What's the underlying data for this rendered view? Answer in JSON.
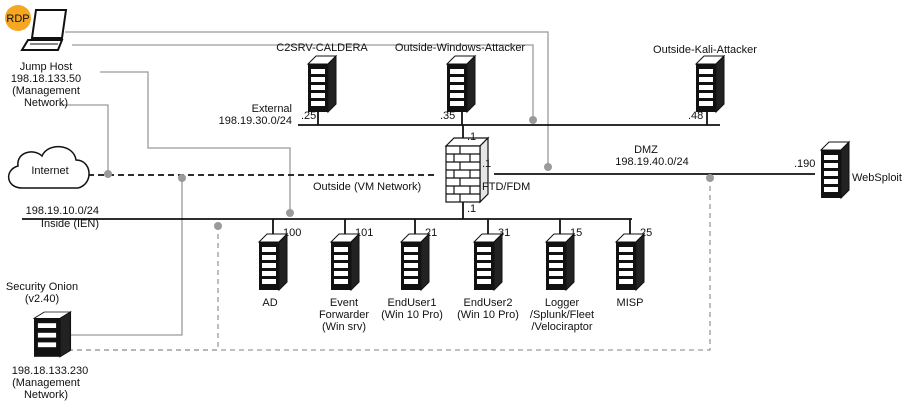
{
  "badge": {
    "label": "RDP",
    "color": "#f5a623"
  },
  "jump_host": {
    "name": "Jump Host",
    "ip": "198.18.133.50",
    "note_line1": "(Management",
    "note_line2": "Network)",
    "icon": "laptop-icon"
  },
  "internet": {
    "label": "Internet",
    "icon": "cloud-icon"
  },
  "security_onion": {
    "name": "Security Onion",
    "version": "(v2.40)",
    "ip": "198.18.133.230",
    "note_line1": "(Management",
    "note_line2": "Network)"
  },
  "external_net": {
    "label": "External",
    "cidr": "198.19.30.0/24"
  },
  "dmz_net": {
    "label": "DMZ",
    "cidr": "198.19.40.0/24"
  },
  "outside_net": {
    "label": "Outside (VM Network)"
  },
  "inside_net": {
    "cidr": "198.19.10.0/24",
    "label": "Inside (IEN)"
  },
  "firewall": {
    "label": "FTD/FDM",
    "ip_top": ".1",
    "ip_right": ".1",
    "ip_bottom": ".1",
    "icon": "firewall-icon"
  },
  "servers_top": [
    {
      "name": "C2SRV-CALDERA",
      "ip": ".25"
    },
    {
      "name": "Outside-Windows-Attacker",
      "ip": ".35"
    },
    {
      "name": "Outside-Kali-Attacker",
      "ip": ".48"
    }
  ],
  "websploit": {
    "name": "WebSploit",
    "ip": ".190"
  },
  "inside_hosts": [
    {
      "ip": ".100",
      "line1": "AD",
      "line2": "",
      "line3": ""
    },
    {
      "ip": ".101",
      "line1": "Event",
      "line2": "Forwarder",
      "line3": "(Win srv)"
    },
    {
      "ip": ".21",
      "line1": "EndUser1",
      "line2": "(Win 10 Pro)",
      "line3": ""
    },
    {
      "ip": ".31",
      "line1": "EndUser2",
      "line2": "(Win 10 Pro)",
      "line3": ""
    },
    {
      "ip": ".15",
      "line1": "Logger",
      "line2": "/Splunk/Fleet",
      "line3": "/Velociraptor"
    },
    {
      "ip": ".25",
      "line1": "MISP",
      "line2": "",
      "line3": ""
    }
  ],
  "colors": {
    "line": "#111111",
    "link": "#9a9a9a",
    "dot": "#9a9a9a"
  }
}
